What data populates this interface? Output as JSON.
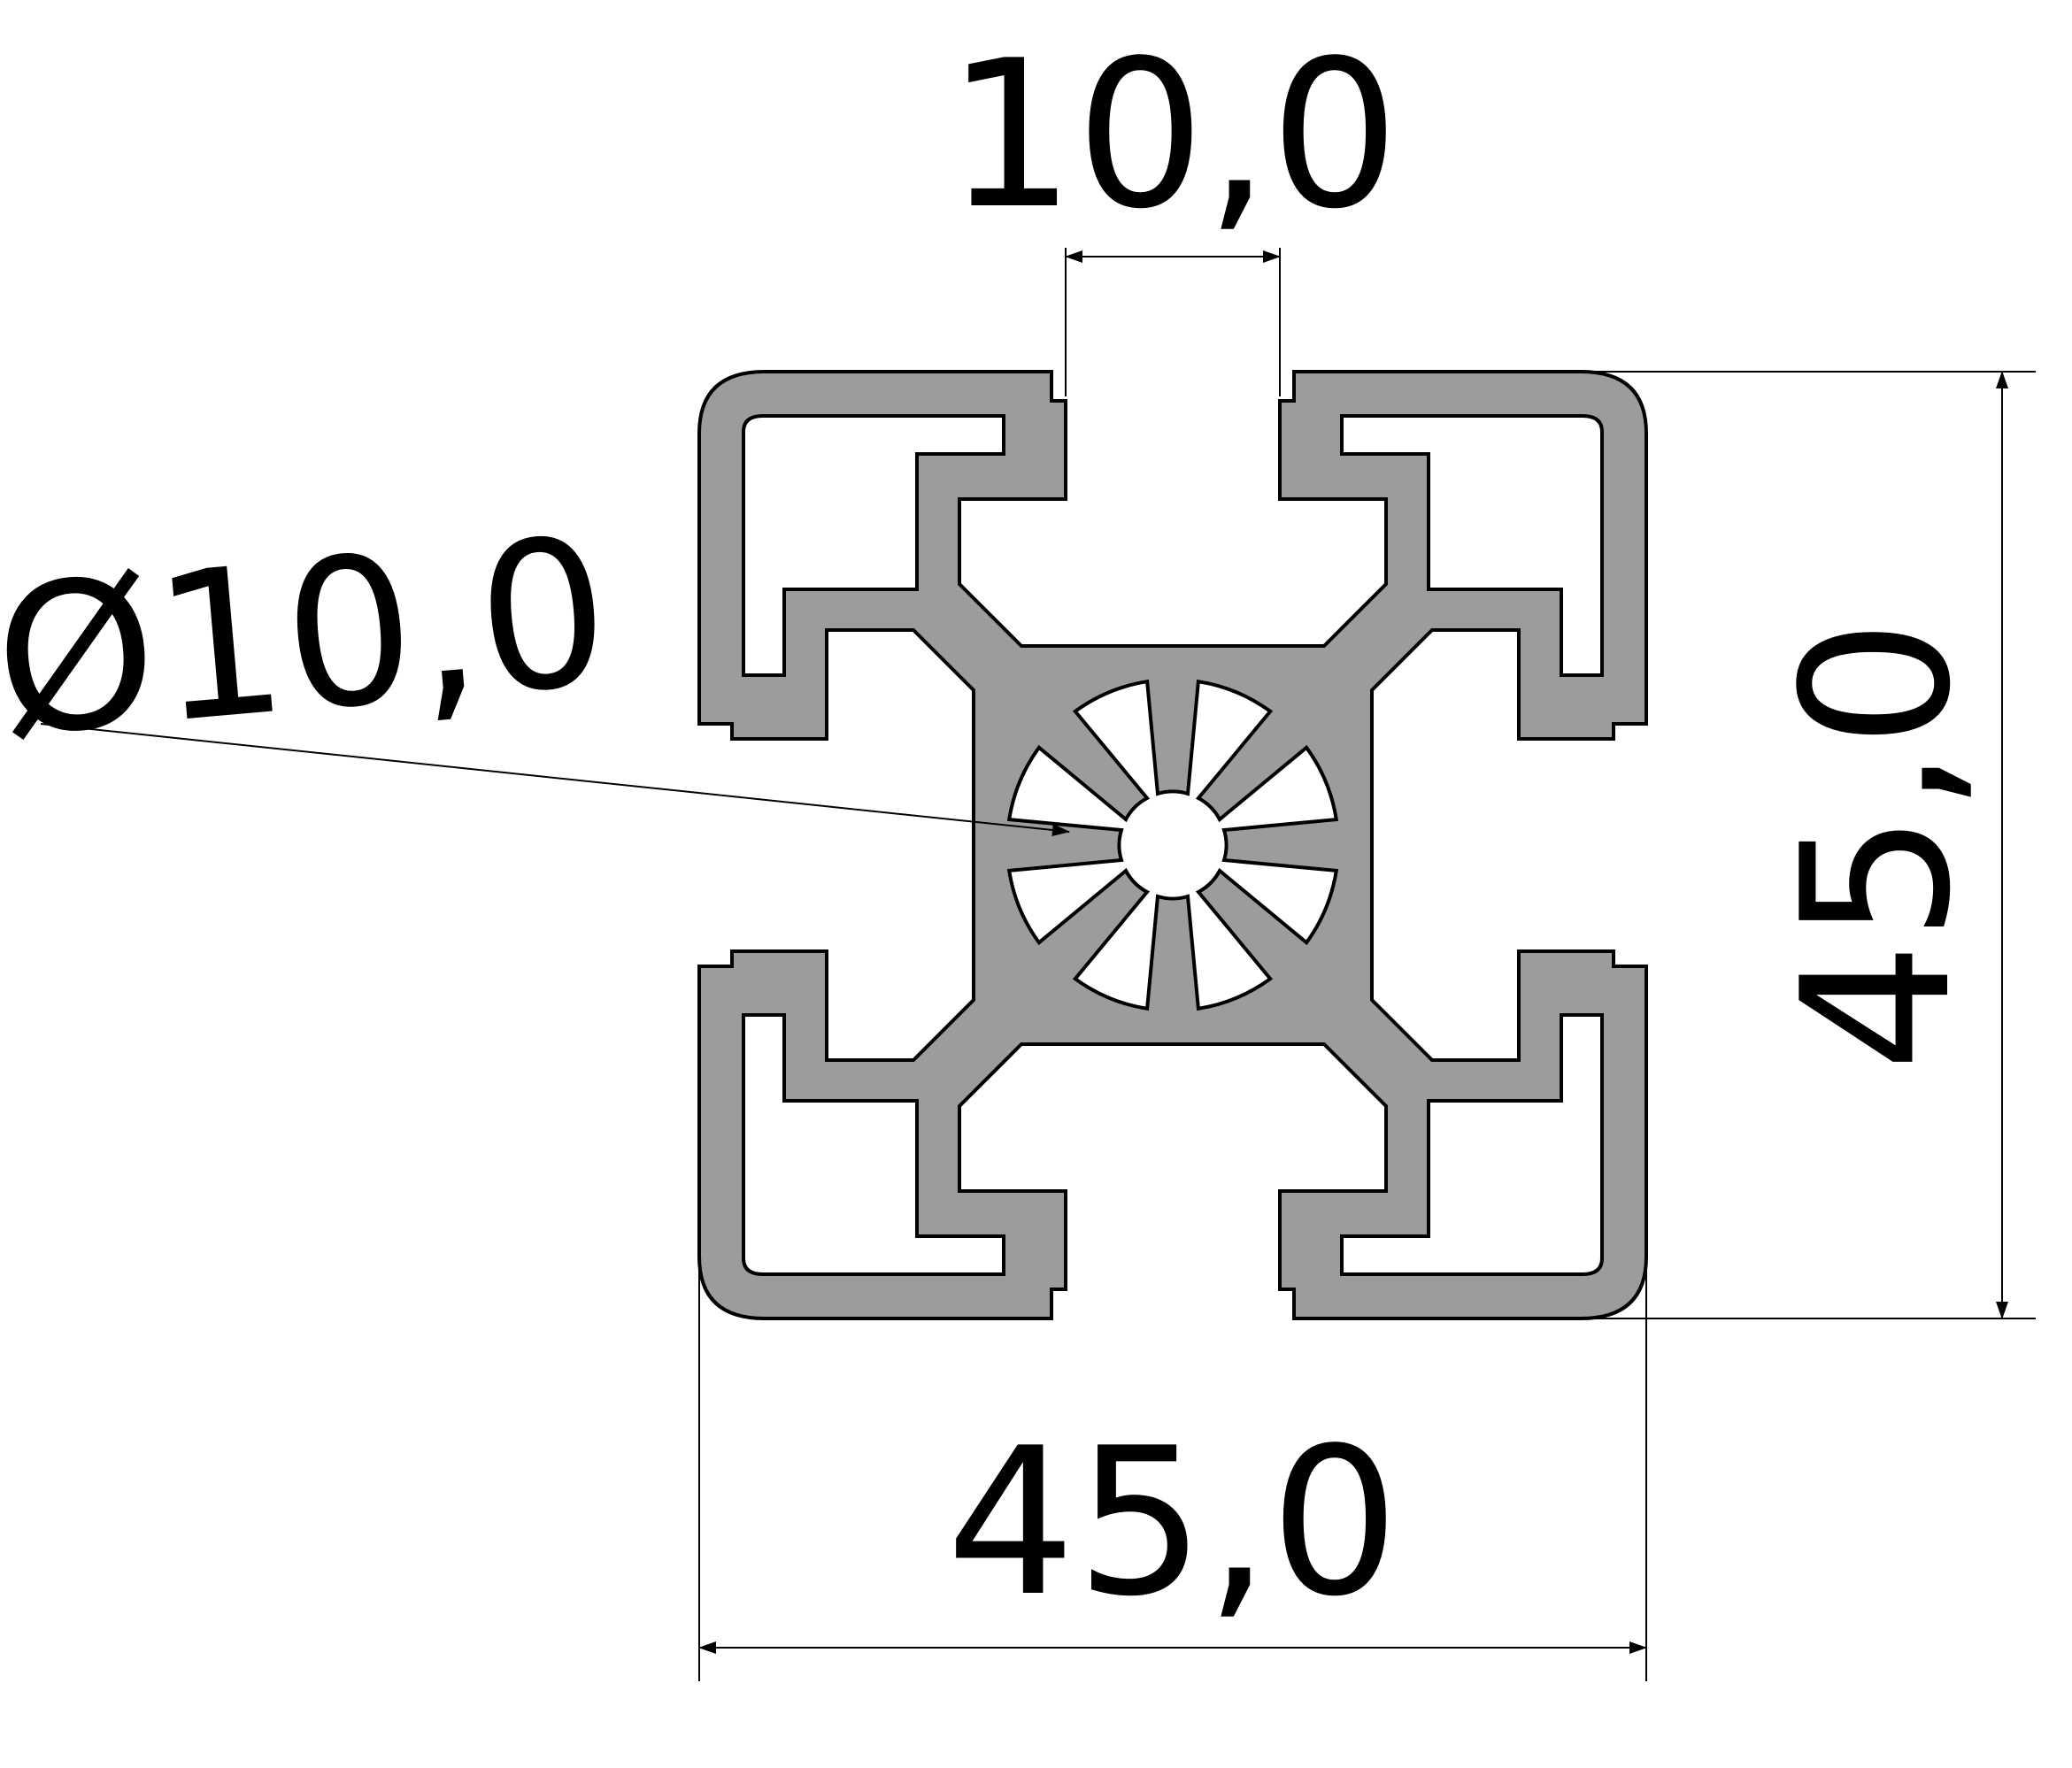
{
  "diagram": {
    "subject": "aluminium profile cross-section",
    "colors": {
      "profile_fill": "#9c9c9c",
      "outline": "#000000",
      "background": "#ffffff"
    },
    "dimensions": {
      "slot_width": "10,0",
      "bore_diameter": "Ø10,0",
      "height": "45,0",
      "width": "45,0"
    }
  }
}
